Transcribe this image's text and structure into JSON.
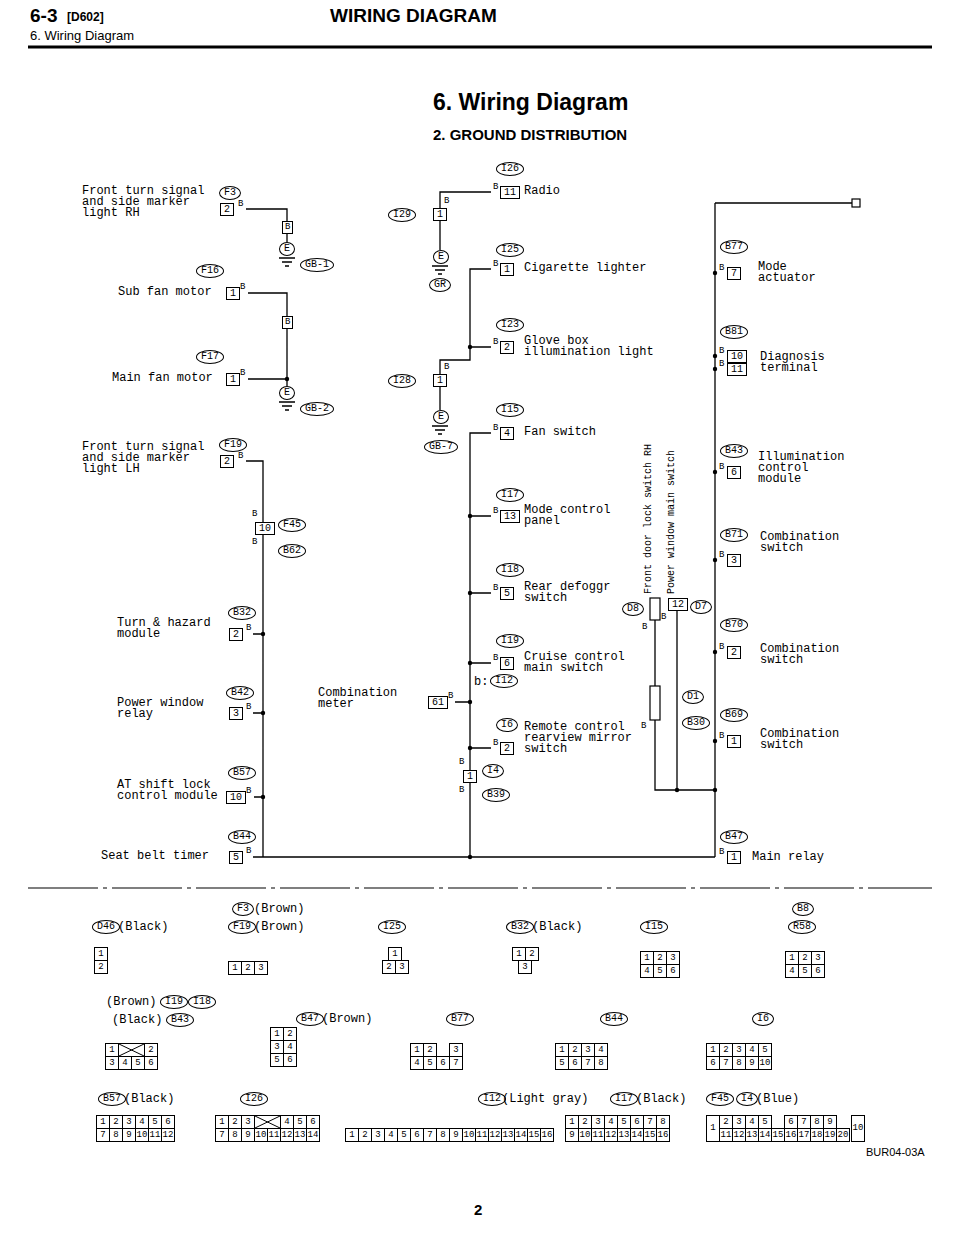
{
  "diagram": {
    "title": "6. Wiring Diagram",
    "labels": [
      "6-3",
      "[D602]",
      "WIRING DIAGRAM",
      "6. Wiring Diagram",
      "2. GROUND DISTRIBUTION",
      "Front turn signal and side marker light RH",
      "F3",
      "2",
      "B",
      "F16",
      "Sub fan motor",
      "1",
      "B",
      "B",
      "E",
      "GB-1",
      "F17",
      "Main fan motor",
      "1",
      "B",
      "B",
      "E",
      "GB-2",
      "F19",
      "Front turn signal and side marker light LH",
      "2",
      "B",
      "B",
      "10",
      "B",
      "F45",
      "B62",
      "B32",
      "Turn & hazard module",
      "2",
      "B",
      "B42",
      "Power window relay",
      "3",
      "B",
      "B57",
      "AT shift lock control module",
      "10",
      "B",
      "B44",
      "Seat belt timer",
      "5",
      "B",
      "I26",
      "B",
      "11",
      "Radio",
      "B",
      "1",
      "I29",
      "E",
      "GR",
      "I25",
      "B",
      "1",
      "Cigarette lighter",
      "I23",
      "B",
      "2",
      "Glove box illumination light",
      "B",
      "1",
      "I28",
      "E",
      "GB-7",
      "I15",
      "B",
      "4",
      "Fan switch",
      "I17",
      "B",
      "13",
      "Mode control panel",
      "I18",
      "B",
      "5",
      "Rear defoggr switch",
      "I19",
      "B",
      "6",
      "Cruise control main switch",
      "Combination meter",
      "b:",
      "I12",
      "61",
      "B",
      "I6",
      "Remote control rearview mirror switch",
      "B",
      "2",
      "B",
      "1",
      "B",
      "I4",
      "B39",
      "Front door lock switch RH",
      "Power window main switch",
      "D8",
      "B",
      "12",
      "B",
      "D7",
      "D1",
      "B30",
      "B",
      "B77",
      "B",
      "7",
      "Mode actuator",
      "B81",
      "B",
      "10",
      "B",
      "11",
      "Diagnosis terminal",
      "B43",
      "B",
      "6",
      "Illumination control module",
      "B71",
      "B",
      "3",
      "Combination switch",
      "B70",
      "B",
      "2",
      "Combination switch",
      "B69",
      "B",
      "1",
      "Combination switch",
      "B47",
      "B",
      "1",
      "Main relay",
      "F3",
      "(Brown)",
      "D46",
      "(Black)",
      "F19",
      "(Brown)",
      "I25",
      "B32",
      "(Black)",
      "I15",
      "B8",
      "R58",
      "1",
      "2",
      "1",
      "2",
      "3",
      "1",
      "2",
      "3",
      "1",
      "2",
      "3",
      "1",
      "2",
      "3",
      "4",
      "5",
      "6",
      "1",
      "2",
      "3",
      "4",
      "5",
      "6",
      "(Brown)",
      "I19",
      "I18",
      "(Black)",
      "B43",
      "B47",
      "(Brown)",
      "B77",
      "B44",
      "I6",
      "1",
      "2",
      "3",
      "4",
      "5",
      "6",
      "1",
      "2",
      "3",
      "4",
      "5",
      "6",
      "1",
      "2",
      "3",
      "4",
      "5",
      "6",
      "7",
      "1",
      "2",
      "3",
      "4",
      "5",
      "6",
      "7",
      "8",
      "1",
      "2",
      "3",
      "4",
      "5",
      "6",
      "7",
      "8",
      "9",
      "10",
      "B57",
      "(Black)",
      "I26",
      "I12",
      "(Light gray)",
      "I17",
      "(Black)",
      "F45",
      "I4",
      "(Blue)",
      "1",
      "2",
      "3",
      "4",
      "5",
      "6",
      "7",
      "8",
      "9",
      "10",
      "11",
      "12",
      "1",
      "2",
      "3",
      "4",
      "5",
      "6",
      "7",
      "8",
      "9",
      "10",
      "11",
      "12",
      "13",
      "14",
      "1",
      "2",
      "3",
      "4",
      "5",
      "6",
      "7",
      "8",
      "9",
      "10",
      "11",
      "12",
      "13",
      "14",
      "15",
      "16",
      "1",
      "2",
      "3",
      "4",
      "5",
      "6",
      "7",
      "8",
      "9",
      "10",
      "11",
      "12",
      "13",
      "14",
      "15",
      "16",
      "1",
      "2",
      "3",
      "4",
      "5",
      "6",
      "7",
      "8",
      "9",
      "10",
      "11",
      "12",
      "13",
      "14",
      "15",
      "16",
      "17",
      "18",
      "19",
      "20",
      "BUR04-03A",
      "2"
    ]
  }
}
